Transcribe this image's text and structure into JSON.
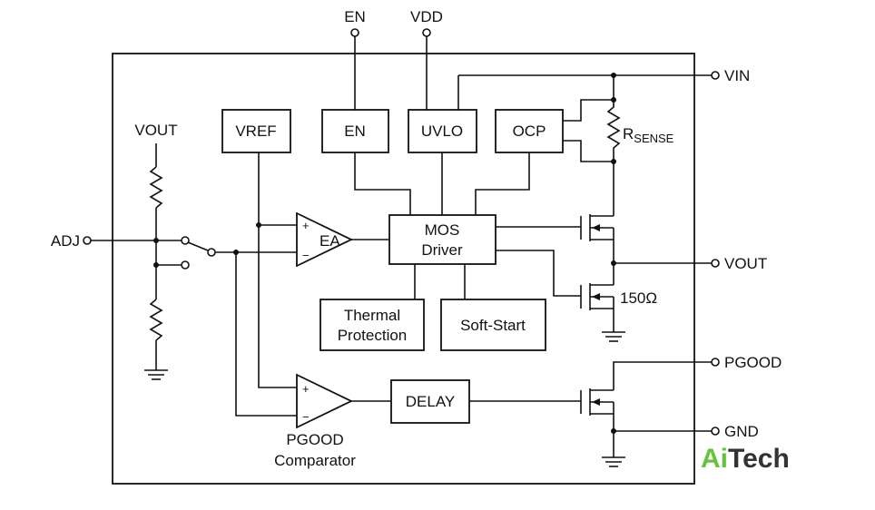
{
  "pins": {
    "en": "EN",
    "vdd": "VDD",
    "vin": "VIN",
    "adj": "ADJ",
    "vout_right": "VOUT",
    "pgood": "PGOOD",
    "gnd": "GND",
    "vout_left": "VOUT"
  },
  "blocks": {
    "vref": "VREF",
    "en": "EN",
    "uvlo": "UVLO",
    "ocp": "OCP",
    "mos_line1": "MOS",
    "mos_line2": "Driver",
    "thermal_line1": "Thermal",
    "thermal_line2": "Protection",
    "softstart": "Soft-Start",
    "delay": "DELAY"
  },
  "amplifiers": {
    "ea": "EA",
    "comp_line1": "PGOOD",
    "comp_line2": "Comparator",
    "plus": "+",
    "minus": "−"
  },
  "components": {
    "rsense_main": "R",
    "rsense_sub": "SENSE",
    "pulldown": "150Ω"
  },
  "watermark": {
    "part1": "Ai",
    "part2": "Tech",
    "colors": {
      "part1": "#63c43b",
      "part2": "#333333"
    }
  }
}
